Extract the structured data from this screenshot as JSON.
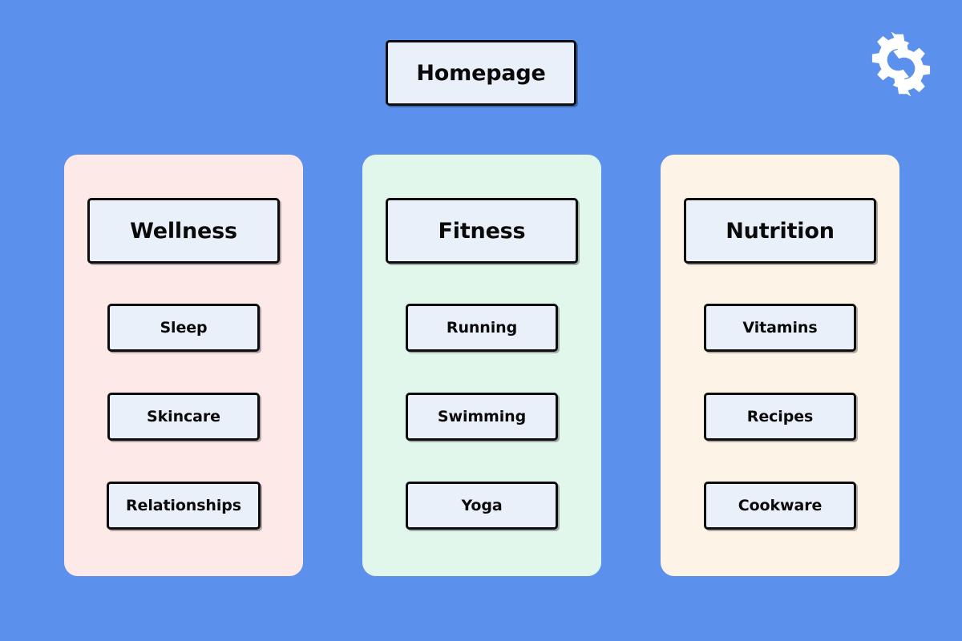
{
  "page": {
    "background_color": "#5b91ec",
    "logo_icon": "double-gear-icon",
    "logo_color": "#ffffff"
  },
  "root": {
    "label": "Homepage"
  },
  "columns": [
    {
      "id": "wellness",
      "tone": "pink",
      "background_color": "#fdeae8",
      "category": {
        "label": "Wellness"
      },
      "children": [
        {
          "label": "Sleep"
        },
        {
          "label": "Skincare"
        },
        {
          "label": "Relationships"
        }
      ]
    },
    {
      "id": "fitness",
      "tone": "mint",
      "background_color": "#e2f7ec",
      "category": {
        "label": "Fitness"
      },
      "children": [
        {
          "label": "Running"
        },
        {
          "label": "Swimming"
        },
        {
          "label": "Yoga"
        }
      ]
    },
    {
      "id": "nutrition",
      "tone": "cream",
      "background_color": "#fdf3e7",
      "category": {
        "label": "Nutrition"
      },
      "children": [
        {
          "label": "Vitamins"
        },
        {
          "label": "Recipes"
        },
        {
          "label": "Cookware"
        }
      ]
    }
  ],
  "theme": {
    "node_fill": "#eaf0f9",
    "node_border": "#0d0d0d",
    "text_color": "#0a0a0a"
  }
}
